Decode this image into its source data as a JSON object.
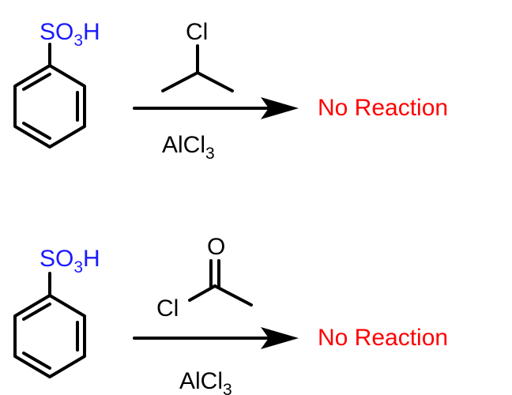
{
  "reactions": [
    {
      "substituent": {
        "main": "SO",
        "sub": "3",
        "tail": "H"
      },
      "reagent_atom": "Cl",
      "catalyst": {
        "main": "AlCl",
        "sub": "3"
      },
      "result": "No Reaction"
    },
    {
      "substituent": {
        "main": "SO",
        "sub": "3",
        "tail": "H"
      },
      "reagent_atoms": {
        "oxygen": "O",
        "chlorine": "Cl"
      },
      "catalyst": {
        "main": "AlCl",
        "sub": "3"
      },
      "result": "No Reaction"
    }
  ],
  "colors": {
    "substituent": "#1a1aff",
    "result": "#ff0000"
  }
}
